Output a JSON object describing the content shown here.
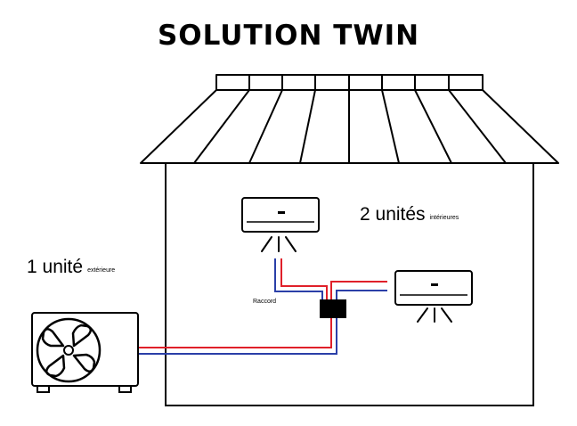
{
  "title": "SOLUTION TWIN",
  "outdoor": {
    "count_label": "1 unité",
    "qualifier": "extérieure"
  },
  "indoor": {
    "count_label": "2 unités",
    "qualifier": "intérieures"
  },
  "connector_label": "Raccord",
  "colors": {
    "line": "#000000",
    "pipe_hot": "#e0202a",
    "pipe_cold": "#2b3fa8",
    "connector": "#000000"
  },
  "icons": [
    "house-outline",
    "outdoor-unit-fan-icon",
    "wall-split-unit-icon",
    "airflow-icon",
    "pipe-connector-icon"
  ]
}
